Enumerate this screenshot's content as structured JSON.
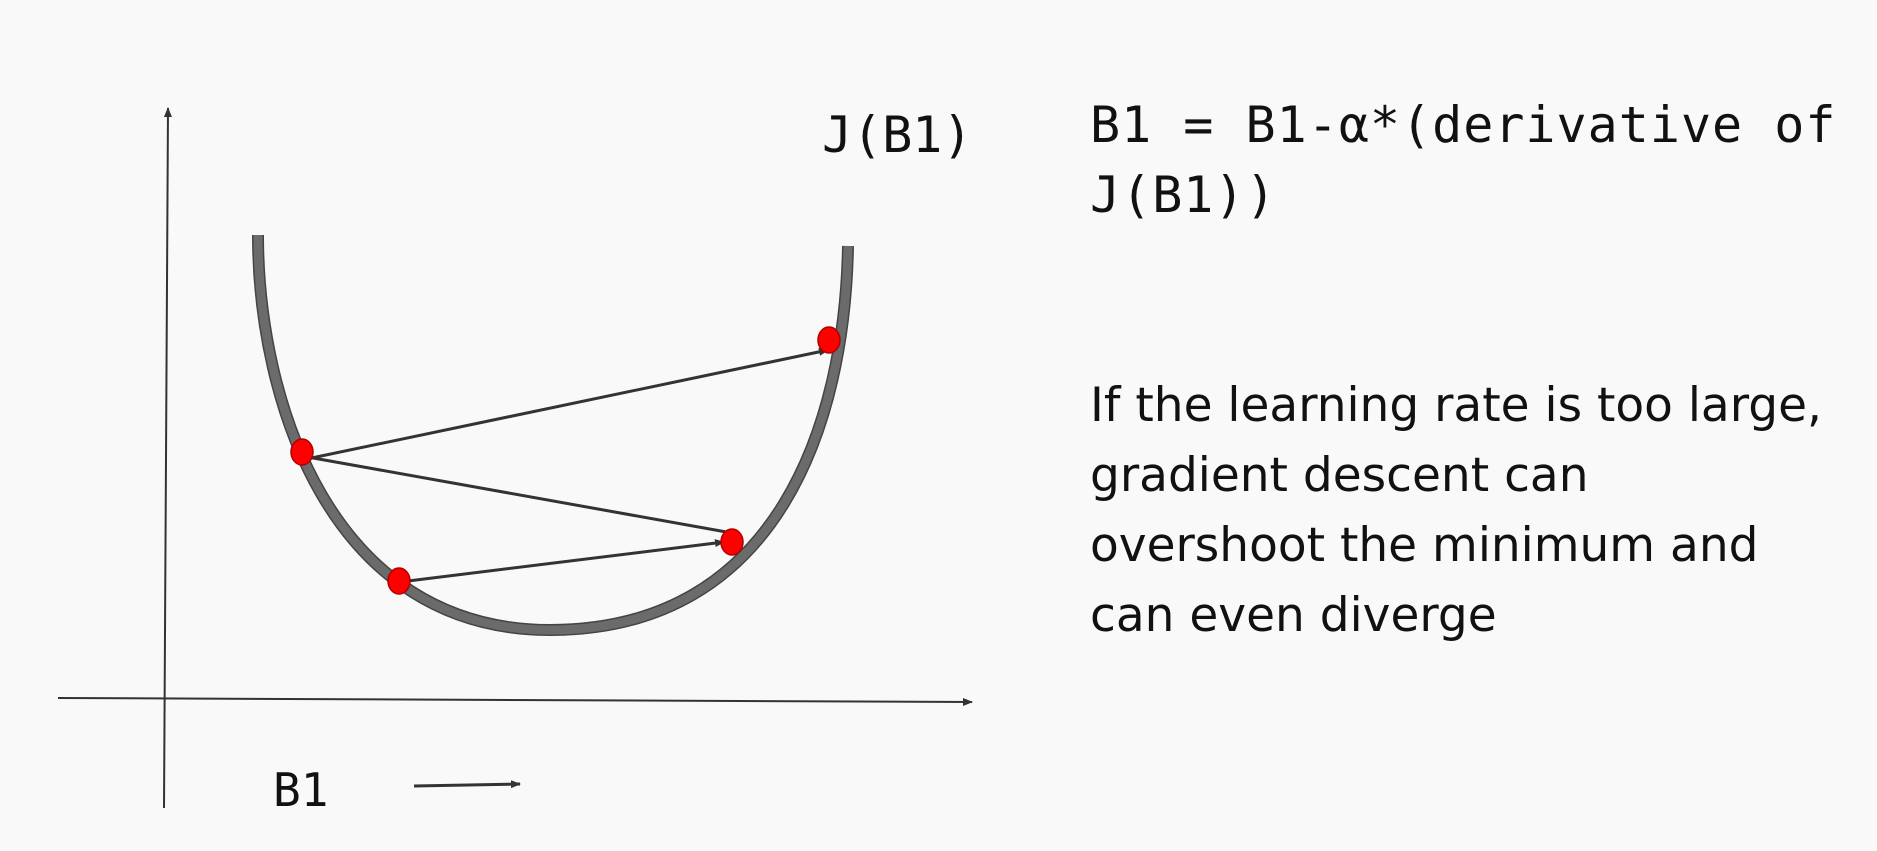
{
  "diagram": {
    "curve_label": "J(B1)",
    "x_axis_label": "B1"
  },
  "formula": {
    "text": "B1 = B1-α*(derivative of J(B1))"
  },
  "explanation": {
    "text": "If the learning rate is too large, gradient descent can overshoot the minimum and can even diverge"
  },
  "colors": {
    "background": "#f9f9f9",
    "curve": "#6b6b6b",
    "points": "#ff0000",
    "arrows": "#333333",
    "text": "#111111"
  }
}
